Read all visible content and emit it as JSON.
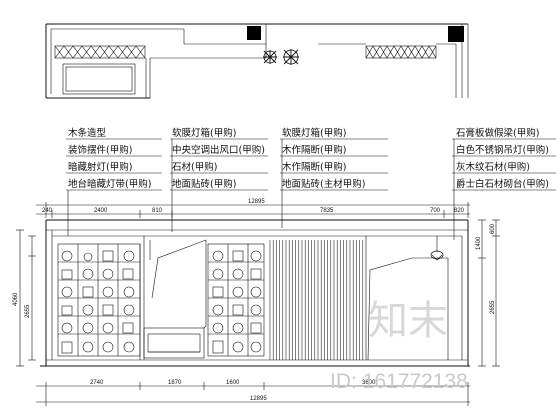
{
  "annotations": {
    "group1": [
      "木条造型",
      "装饰摆件(甲购)",
      "暗藏射灯(甲购)",
      "地台暗藏灯带(甲购)"
    ],
    "group2": [
      "软膜灯箱(甲购)",
      "中央空调出风口(甲购)",
      "石材(甲购)",
      "地面贴砖(甲购)"
    ],
    "group3": [
      "软膜灯箱(甲购)",
      "木作隔断(甲购)",
      "木作隔断(甲购)",
      "地面贴砖(主材甲购)"
    ],
    "group4": [
      "石膏板做假梁(甲购)",
      "白色不锈钢吊灯(甲购)",
      "灰木纹石材(甲购)",
      "爵士白石材砌台(甲购)"
    ]
  },
  "dimensions": {
    "top_total": "12895",
    "top_segments": [
      "240",
      "2400",
      "810",
      "7835",
      "700",
      "820"
    ],
    "bottom_total": "12895",
    "bottom_segments": [
      "2740",
      "1870",
      "1600",
      "3600"
    ],
    "left_total": "4060",
    "left_segments": [
      "2655"
    ],
    "right_segments": [
      "1400",
      "600",
      "2655"
    ]
  },
  "watermark": {
    "brand": "知末",
    "id_text": "ID: 161772138"
  }
}
